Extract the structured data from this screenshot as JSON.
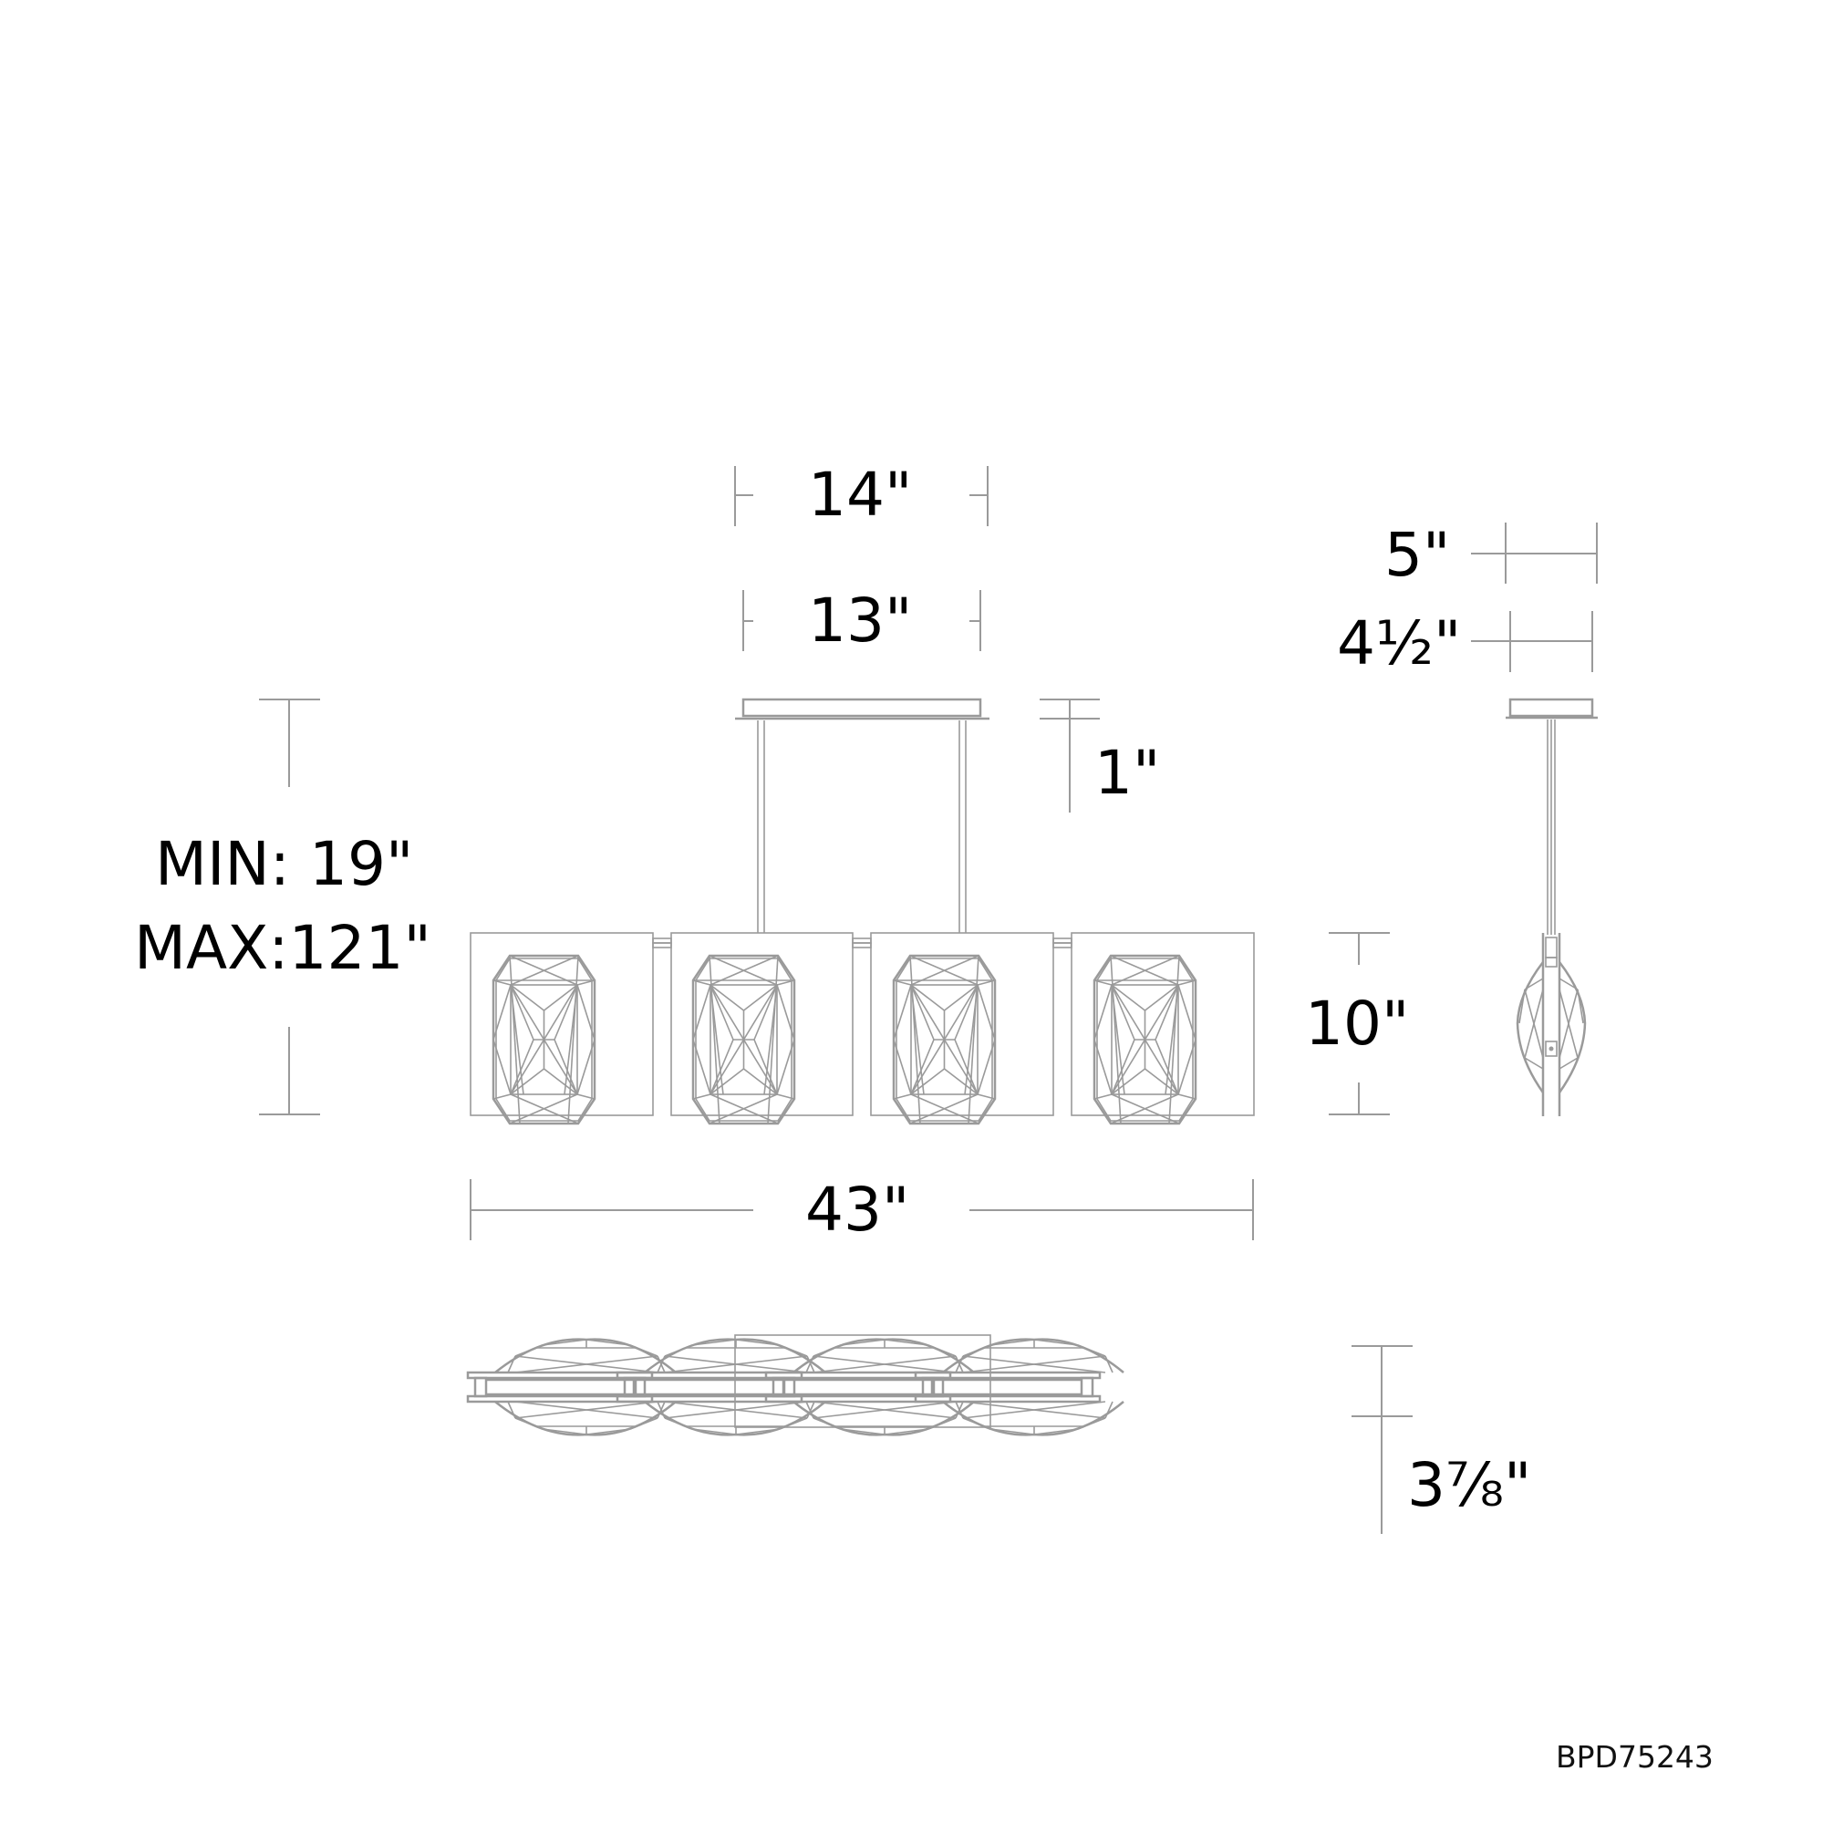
{
  "drawing": {
    "model_number": "BPD75243",
    "line_color": "#9a9a9a",
    "text_color": "#000000"
  },
  "dimensions": {
    "canopy_outer_width": "14\"",
    "canopy_inner_width": "13\"",
    "canopy_height": "1\"",
    "height_min": "MIN: 19\"",
    "height_max": "MAX:121\"",
    "shade_height": "10\"",
    "overall_length": "43\"",
    "side_canopy_outer": "5\"",
    "side_canopy_inner": "4½\"",
    "depth": "3⅞\""
  },
  "views": {
    "front": {
      "shade_count": 4
    },
    "side": {
      "shade_count": 1
    },
    "top": {
      "shade_count": 4
    }
  }
}
